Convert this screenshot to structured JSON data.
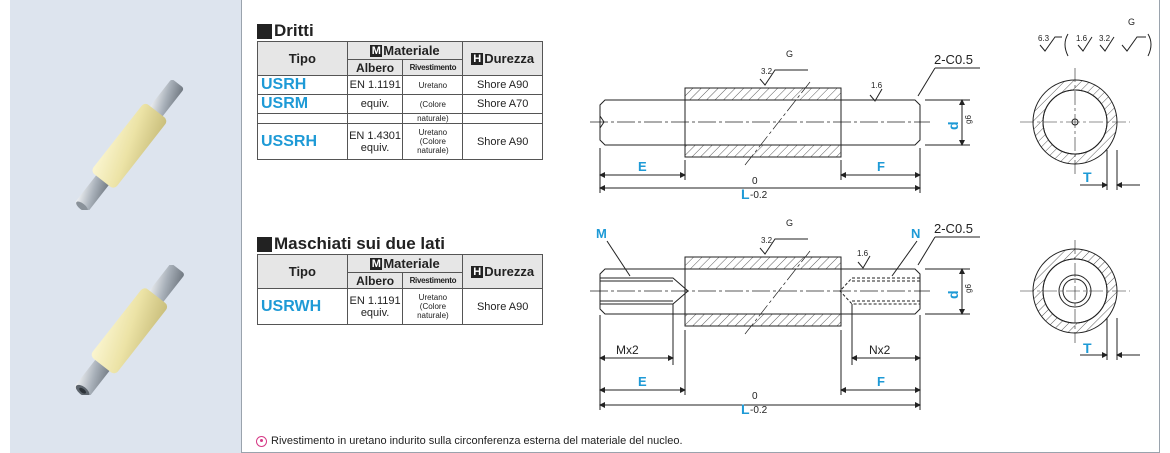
{
  "sections": {
    "straight": {
      "title": "Dritti",
      "headers": {
        "type": "Tipo",
        "material": "Materiale",
        "material_letter": "M",
        "shaft": "Albero",
        "coating": "Rivestimento",
        "hardness": "Durezza",
        "hardness_letter": "H"
      },
      "rows": [
        {
          "code": "USRH",
          "shaft": "EN 1.1191",
          "coating": "Uretano",
          "hardness": "Shore A90"
        },
        {
          "code": "USRM",
          "shaft": "equiv.",
          "coating": "(Colore",
          "hardness": "Shore A70"
        },
        {
          "code": "",
          "shaft": "",
          "coating": "naturale)",
          "hardness": ""
        },
        {
          "code": "USSRH",
          "shaft": "EN 1.4301",
          "shaft2": "equiv.",
          "coating": "Uretano",
          "coating2": "(Colore",
          "coating3": "naturale)",
          "hardness": "Shore A90"
        }
      ]
    },
    "tapped": {
      "title": "Maschiati sui due lati",
      "headers": {
        "type": "Tipo",
        "material": "Materiale",
        "material_letter": "M",
        "shaft": "Albero",
        "coating": "Rivestimento",
        "hardness": "Durezza",
        "hardness_letter": "H"
      },
      "rows": [
        {
          "code": "USRWH",
          "shaft": "EN 1.1191",
          "shaft2": "equiv.",
          "coating": "Uretano",
          "coating2": "(Colore",
          "coating3": "naturale)",
          "hardness": "Shore A90"
        }
      ]
    }
  },
  "drawing": {
    "chamfer": "2-C0.5",
    "dim_d": "d",
    "dim_d_tol": "g6",
    "dim_E": "E",
    "dim_F": "F",
    "dim_L": "L",
    "dim_L_upper": "0",
    "dim_L_lower": "-0.2",
    "dim_M": "M",
    "dim_N": "N",
    "dim_Mx2": "Mx2",
    "dim_Nx2": "Nx2",
    "dim_T": "T",
    "rough_32": "3.2",
    "rough_16": "1.6",
    "rough_63": "6.3",
    "rough_G": "G"
  },
  "note": "Rivestimento in uretano indurito sulla circonferenza esterna del materiale del nucleo.",
  "colors": {
    "accent": "#1e9ad6",
    "panel": "#dde4ee",
    "header": "#e6e6e6",
    "note_icon": "#d63a86"
  }
}
